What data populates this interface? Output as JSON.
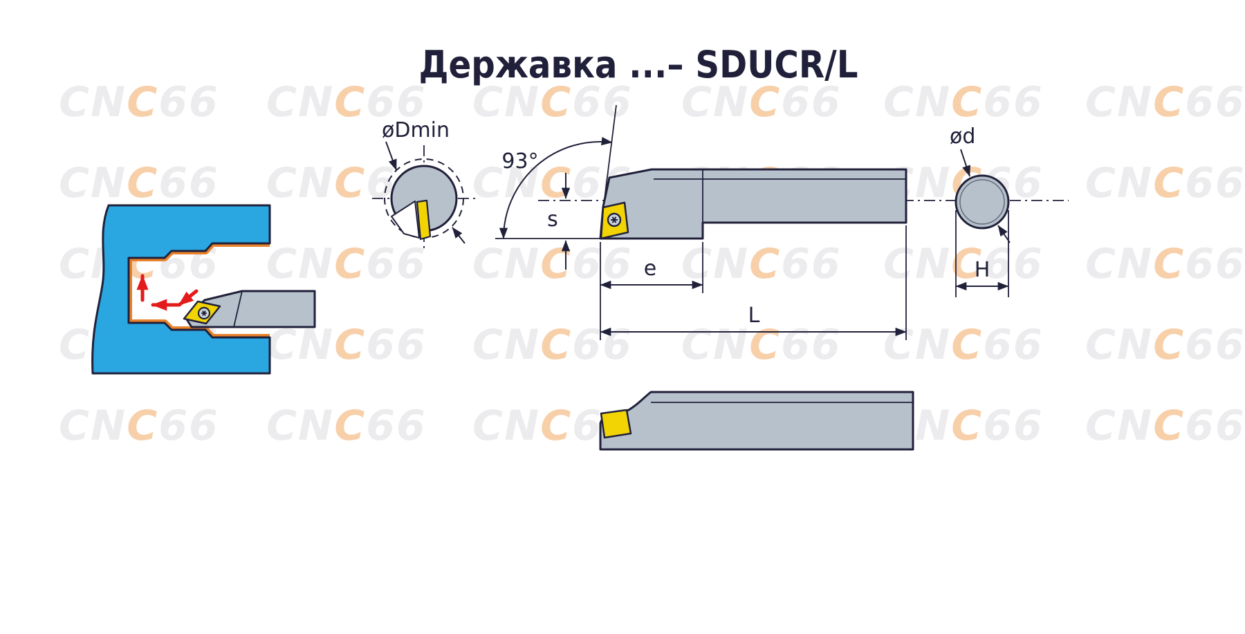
{
  "title": {
    "text": "Державка ...– SDUCR/L"
  },
  "watermark": {
    "part1": "CN",
    "part2": "C",
    "part3": "66",
    "gray": "#e9e9ec",
    "orange": "#f6c89c"
  },
  "labels": {
    "dmin": "øDmin",
    "angle": "93°",
    "s": "s",
    "e": "e",
    "length": "L",
    "d": "ød",
    "height": "H"
  },
  "colors": {
    "workpiece_blue": "#2aa6e0",
    "machined_orange": "#e8822b",
    "tool_gray": "#b6c1cb",
    "insert_yellow": "#f2d404",
    "outline_dark": "#20203a",
    "feed_arrow_red": "#e31b1b"
  }
}
